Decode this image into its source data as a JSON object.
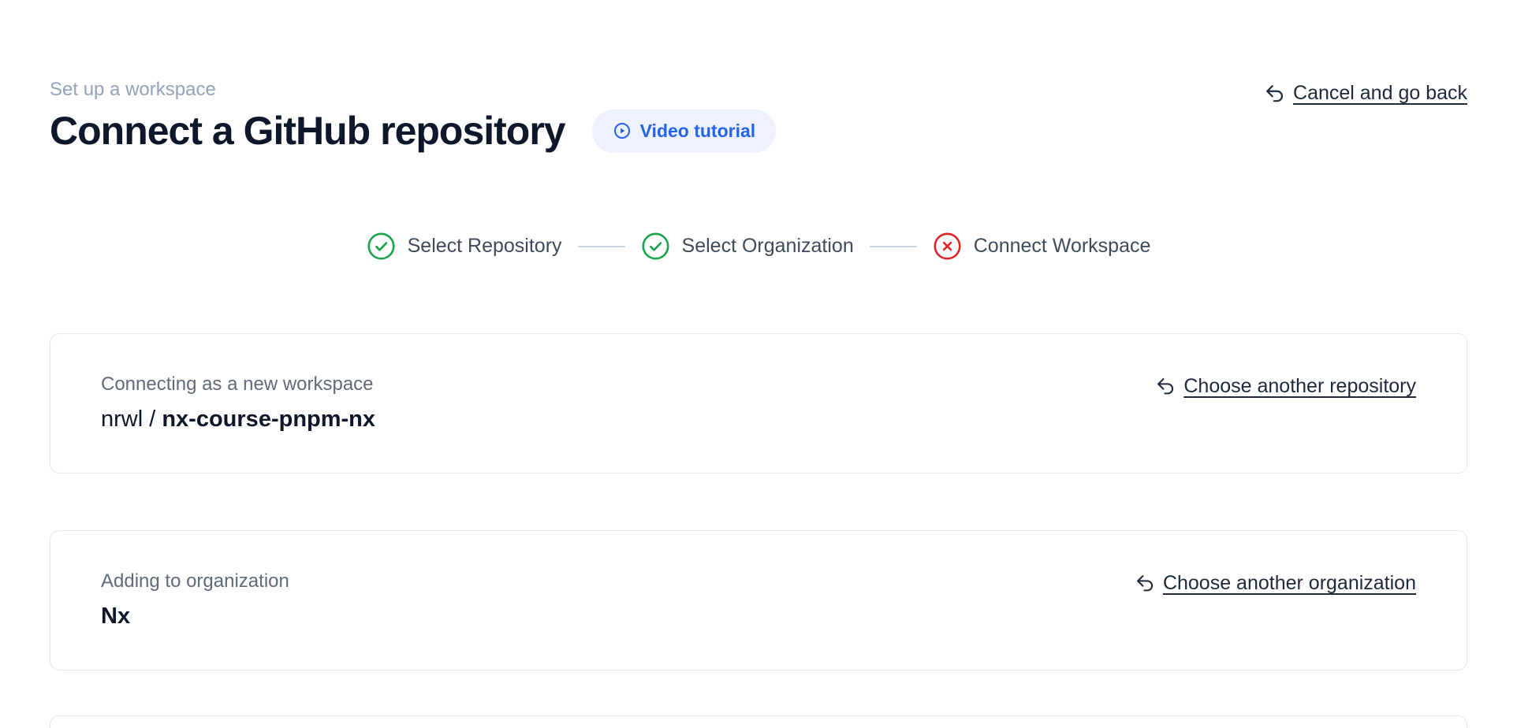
{
  "header": {
    "eyebrow": "Set up a workspace",
    "title": "Connect a GitHub repository",
    "video_tutorial_label": "Video tutorial",
    "cancel_link_label": "Cancel and go back"
  },
  "stepper": {
    "steps": [
      {
        "label": "Select Repository",
        "status": "complete"
      },
      {
        "label": "Select Organization",
        "status": "complete"
      },
      {
        "label": "Connect Workspace",
        "status": "error"
      }
    ]
  },
  "repository_card": {
    "label": "Connecting as a new workspace",
    "owner_prefix": "nrwl / ",
    "repo_name": "nx-course-pnpm-nx",
    "action_label": "Choose another repository"
  },
  "organization_card": {
    "label": "Adding to organization",
    "org_name": "Nx",
    "action_label": "Choose another organization"
  },
  "colors": {
    "accent_blue": "#2563eb",
    "pill_bg": "#eef2ff",
    "success_green": "#16a34a",
    "error_red": "#dc2626",
    "border": "#e2e8f0"
  }
}
